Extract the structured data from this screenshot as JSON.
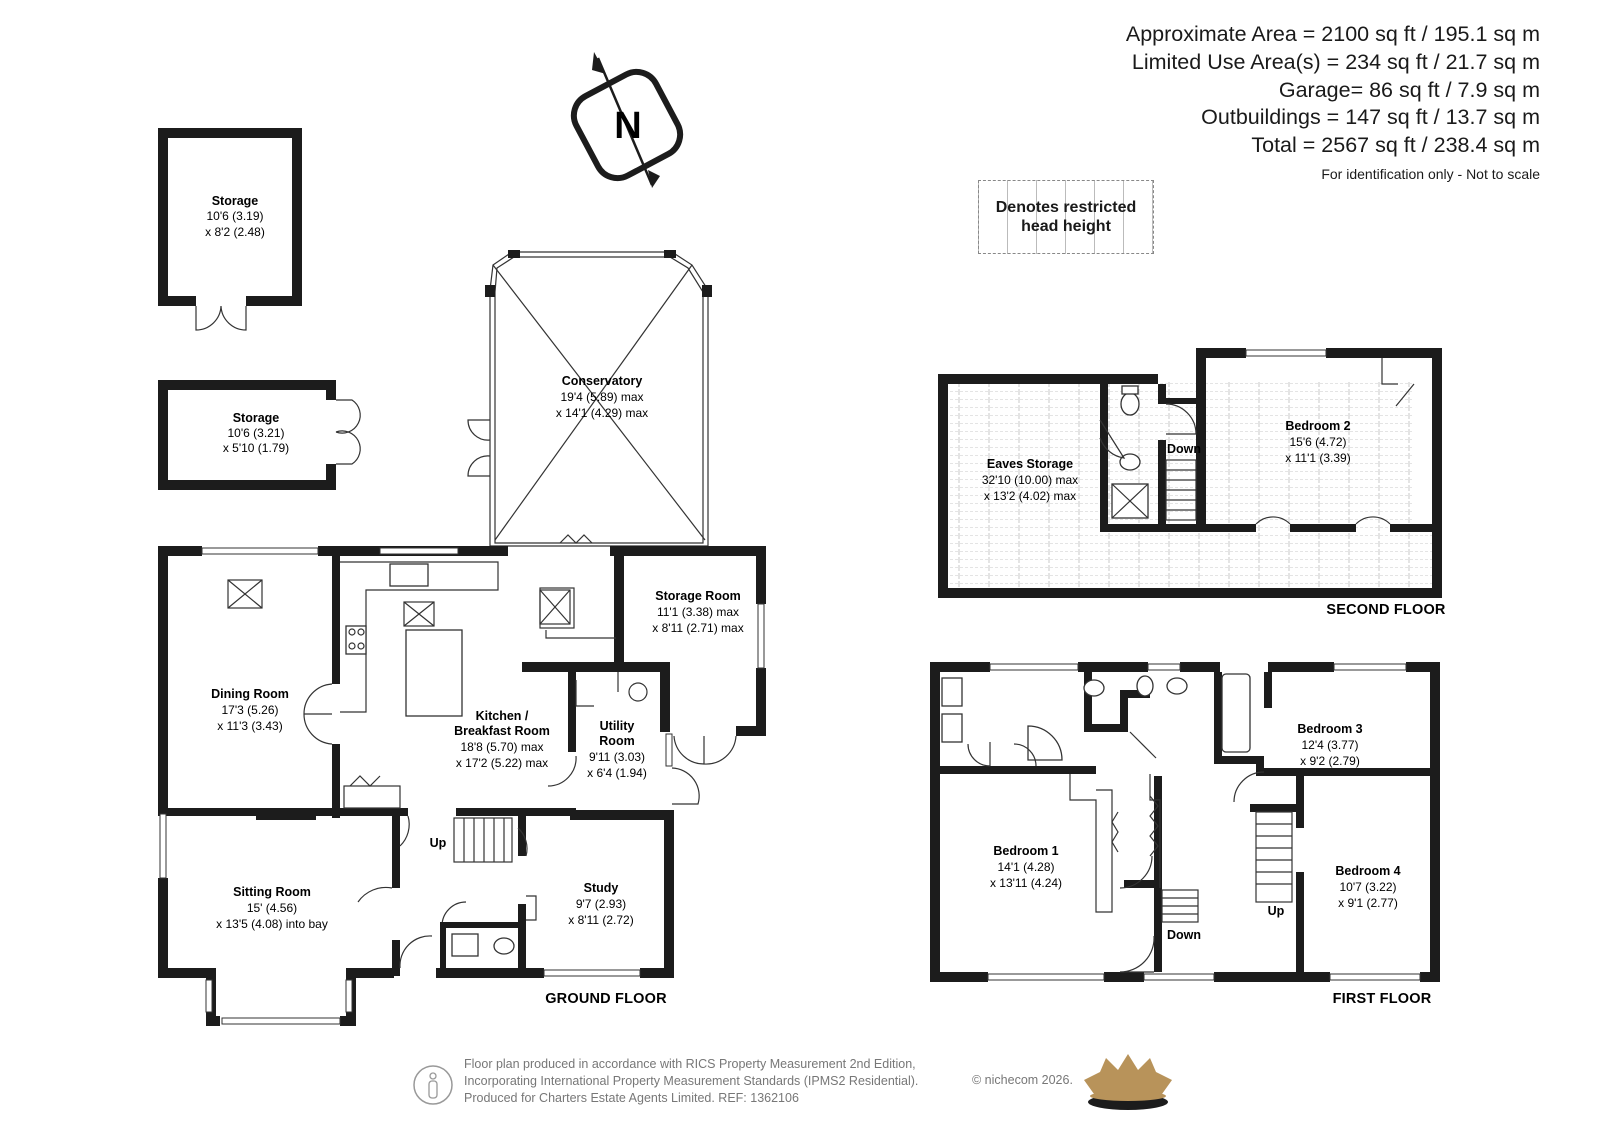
{
  "areas": {
    "approximate": "Approximate Area = 2100 sq ft / 195.1 sq m",
    "limited_use": "Limited Use Area(s) = 234 sq ft / 21.7 sq m",
    "garage": "Garage= 86 sq ft / 7.9 sq m",
    "outbuildings": "Outbuildings = 147 sq ft / 13.7 sq m",
    "total": "Total = 2567 sq ft / 238.4 sq m",
    "note": "For identification only - Not to scale"
  },
  "legend": {
    "line1": "Denotes restricted",
    "line2": "head height"
  },
  "compass": {
    "letter": "N"
  },
  "floors": {
    "ground": "GROUND FLOOR",
    "first": "FIRST FLOOR",
    "second": "SECOND FLOOR"
  },
  "rooms": {
    "storage1": {
      "name": "Storage",
      "dim1": "10'6 (3.19)",
      "dim2": "x 8'2 (2.48)"
    },
    "storage2": {
      "name": "Storage",
      "dim1": "10'6 (3.21)",
      "dim2": "x 5'10 (1.79)"
    },
    "conservatory": {
      "name": "Conservatory",
      "dim1": "19'4 (5.89) max",
      "dim2": "x 14'1 (4.29) max"
    },
    "storage_room": {
      "name": "Storage Room",
      "dim1": "11'1 (3.38) max",
      "dim2": "x 8'11 (2.71) max"
    },
    "dining": {
      "name": "Dining Room",
      "dim1": "17'3 (5.26)",
      "dim2": "x 11'3 (3.43)"
    },
    "kitchen": {
      "name1": "Kitchen /",
      "name2": "Breakfast Room",
      "dim1": "18'8 (5.70) max",
      "dim2": "x 17'2 (5.22) max"
    },
    "utility": {
      "name1": "Utility",
      "name2": "Room",
      "dim1": "9'11 (3.03)",
      "dim2": "x 6'4 (1.94)"
    },
    "sitting": {
      "name": "Sitting Room",
      "dim1": "15' (4.56)",
      "dim2": "x 13'5 (4.08) into bay"
    },
    "study": {
      "name": "Study",
      "dim1": "9'7 (2.93)",
      "dim2": "x 8'11 (2.72)"
    },
    "eaves": {
      "name": "Eaves Storage",
      "dim1": "32'10 (10.00) max",
      "dim2": "x 13'2 (4.02) max"
    },
    "bedroom2": {
      "name": "Bedroom 2",
      "dim1": "15'6 (4.72)",
      "dim2": "x 11'1 (3.39)"
    },
    "bedroom1": {
      "name": "Bedroom 1",
      "dim1": "14'1 (4.28)",
      "dim2": "x 13'11 (4.24)"
    },
    "bedroom3": {
      "name": "Bedroom 3",
      "dim1": "12'4 (3.77)",
      "dim2": "x 9'2 (2.79)"
    },
    "bedroom4": {
      "name": "Bedroom 4",
      "dim1": "10'7 (3.22)",
      "dim2": "x 9'1 (2.77)"
    }
  },
  "stairs": {
    "ground_up": "Up",
    "first_up": "Up",
    "first_down": "Down",
    "second_down": "Down"
  },
  "footer": {
    "line1": "Floor plan produced in accordance with RICS Property Measurement 2nd Edition,",
    "line2": "Incorporating International Property Measurement Standards (IPMS2 Residential).",
    "line3": "Produced for Charters Estate Agents Limited.   REF: 1362106",
    "copyright": "© nichecom 2026.",
    "logo_color": "#b8935a"
  }
}
